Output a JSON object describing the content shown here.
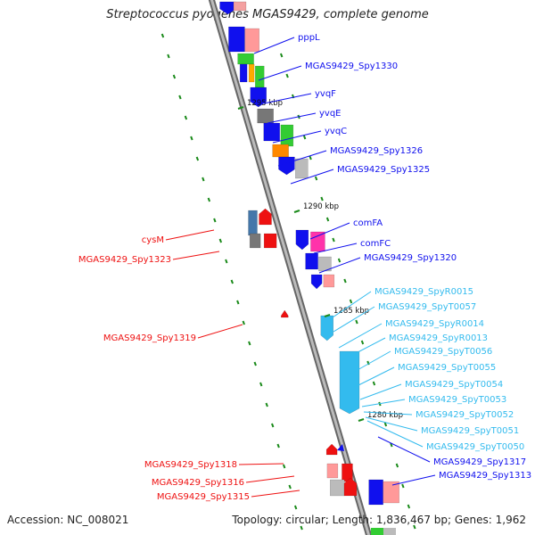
{
  "title": "Streptococcus pyogenes MGAS9429, complete genome",
  "footer": {
    "accession": "Accession: NC_008021",
    "summary": "Topology: circular; Length: 1,836,467 bp; Genes: 1,962"
  },
  "colors": {
    "blue": "#1010ee",
    "red": "#ee1111",
    "cyan": "#33bbee",
    "backbone": "#888888"
  },
  "ticks": [
    "1295 kbp",
    "1290 kbp",
    "1285 kbp",
    "1280 kbp"
  ],
  "labels": {
    "blue": [
      "pppL",
      "MGAS9429_Spy1330",
      "yvqF",
      "yvqE",
      "yvqC",
      "MGAS9429_Spy1326",
      "MGAS9429_Spy1325",
      "comFA",
      "comFC",
      "MGAS9429_Spy1320",
      "MGAS9429_Spy1317",
      "MGAS9429_Spy1313"
    ],
    "cyan": [
      "MGAS9429_SpyR0015",
      "MGAS9429_SpyT0057",
      "MGAS9429_SpyR0014",
      "MGAS9429_SpyR0013",
      "MGAS9429_SpyT0056",
      "MGAS9429_SpyT0055",
      "MGAS9429_SpyT0054",
      "MGAS9429_SpyT0053",
      "MGAS9429_SpyT0052",
      "MGAS9429_SpyT0051",
      "MGAS9429_SpyT0050"
    ],
    "red": [
      "cysM",
      "MGAS9429_Spy1323",
      "MGAS9429_Spy1319",
      "MGAS9429_Spy1318",
      "MGAS9429_Spy1316",
      "MGAS9429_Spy1315"
    ]
  }
}
